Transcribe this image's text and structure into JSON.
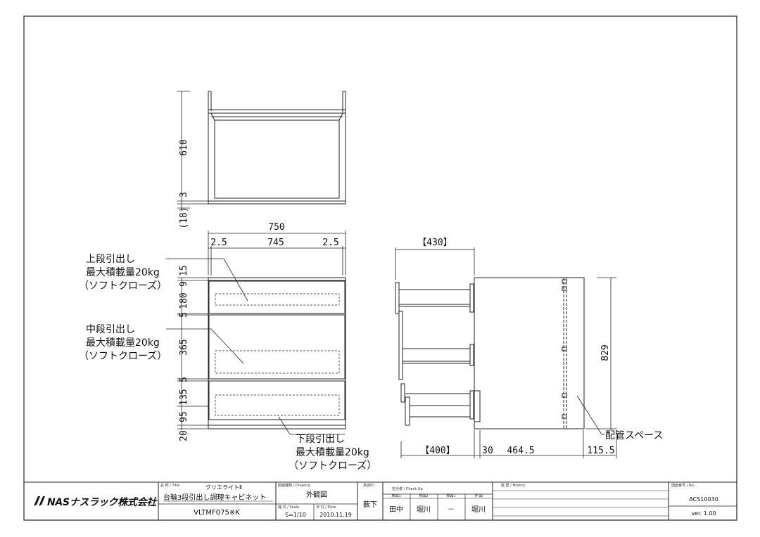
{
  "top_dims": {
    "d610": "610",
    "d3": "3",
    "d18": "(18)"
  },
  "front_dims": {
    "width_total": "750",
    "width_left": "2.5",
    "width_mid": "745",
    "width_right": "2.5",
    "v15": "15",
    "v9": "9",
    "v180": "180",
    "v5a": "5",
    "v365": "365",
    "v5b": "5",
    "v135": "135",
    "v95": "95",
    "v20": "20"
  },
  "side_dims": {
    "open_depth": "【430】",
    "open_depth_low": "【400】",
    "d30": "30",
    "d464": "464.5",
    "d115": "115.5",
    "height": "829"
  },
  "annotations": {
    "upper": [
      "上段引出し",
      "最大積載量20kg",
      "（ソフトクローズ）"
    ],
    "middle": [
      "中段引出し",
      "最大積載量20kg",
      "（ソフトクローズ）"
    ],
    "lower": [
      "下段引出し",
      "最大積載量20kg",
      "（ソフトクローズ）"
    ],
    "pipe_space": "配管スペース"
  },
  "title_block": {
    "company": "NASナスラック株式会社",
    "title_caption": "名 称 / Title",
    "product_series": "クリエライトⅡ",
    "product_name": "台輪3段引出し調理キャビネット",
    "model": "VLTMF075※K",
    "drawing_caption": "図面種類 / Drawing",
    "drawing_type": "外観図",
    "scale_caption": "縮 尺 / Scale",
    "scale": "S=1/10",
    "date_caption": "日 付 / Date",
    "date": "2010.11.19",
    "approve_caption": "承認印",
    "approve": "薮下",
    "check_caption": "担当者 / Check Up",
    "check_labels": [
      "検図3",
      "検図2",
      "検図1",
      "作 図"
    ],
    "check_names": [
      "田中",
      "堀川",
      "－",
      "堀川"
    ],
    "history_caption": "履 歴 / History",
    "no_caption": "図面番号 / No.",
    "drawing_no": "ACS10030",
    "version": "ver. 1.00"
  }
}
